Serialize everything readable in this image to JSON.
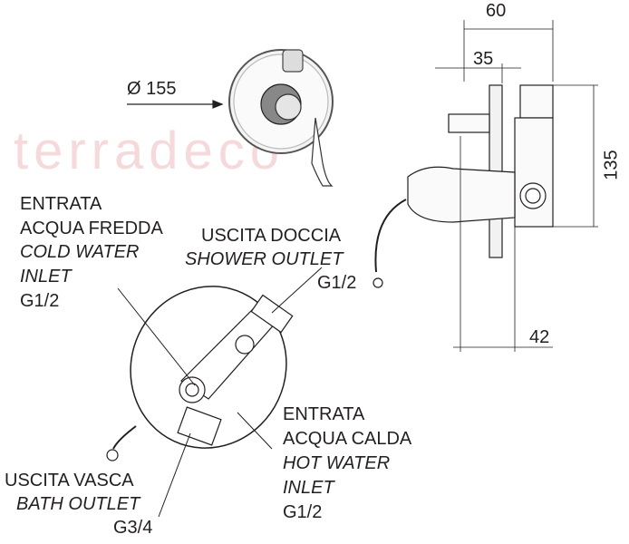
{
  "watermark": "terradeco",
  "dimensions": {
    "d60": "60",
    "d35": "35",
    "d135": "135",
    "d42": "42",
    "diameter": "Ø 155"
  },
  "cold_inlet": {
    "line1": "ENTRATA",
    "line2": "ACQUA FREDDA",
    "line3": "COLD WATER",
    "line4": "INLET",
    "thread": "G1/2"
  },
  "shower_outlet": {
    "line1": "USCITA DOCCIA",
    "line2": "SHOWER OUTLET",
    "thread": "G1/2"
  },
  "hot_inlet": {
    "line1": "ENTRATA",
    "line2": "ACQUA CALDA",
    "line3": "HOT WATER",
    "line4": "INLET",
    "thread": "G1/2"
  },
  "bath_outlet": {
    "line1": "USCITA VASCA",
    "line2": "BATH OUTLET",
    "thread": "G3/4"
  }
}
